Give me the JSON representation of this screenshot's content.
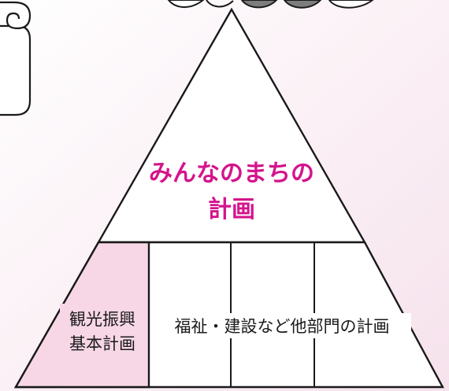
{
  "colors": {
    "background_top": "#ffffff",
    "background_bottom": "#f6e2ec",
    "outline": "#1a1a1a",
    "apex_text": "#d4148c",
    "tourism_fill": "#f7d7e6",
    "fill_white": "#ffffff",
    "top_shape_fill": "#7d7d7d"
  },
  "pyramid": {
    "apex_label_line1": "みんなのまちの",
    "apex_label_line2": "計画"
  },
  "base": {
    "tourism_plan_line1": "観光振興",
    "tourism_plan_line2": "基本計画",
    "other_plans": "福祉・建設など他部門の計画"
  }
}
